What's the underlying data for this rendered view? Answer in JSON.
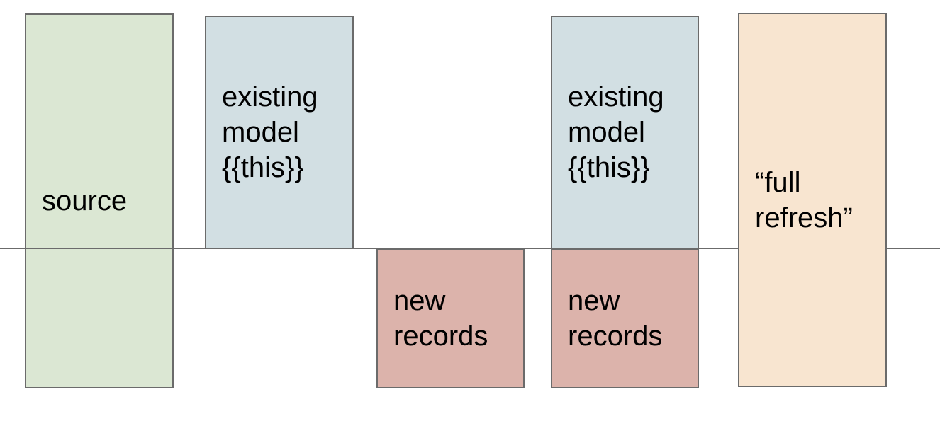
{
  "diagram": {
    "colors": {
      "border": "#6b6b6b",
      "timeline_line": "#6b6b6b",
      "text": "#000000"
    },
    "boxes": {
      "source": {
        "label": "source",
        "fill": "#dbe7d3"
      },
      "existing_model_1": {
        "label": "existing\nmodel\n{{this}}",
        "fill": "#d2dfe3"
      },
      "new_records_1": {
        "label": "new\nrecords",
        "fill": "#dcb3ab"
      },
      "existing_model_2": {
        "label": "existing\nmodel\n{{this}}",
        "fill": "#d2dfe3"
      },
      "new_records_2": {
        "label": "new\nrecords",
        "fill": "#dcb3ab"
      },
      "full_refresh": {
        "label": "“full\nrefresh”",
        "fill": "#f8e5d0"
      }
    }
  }
}
